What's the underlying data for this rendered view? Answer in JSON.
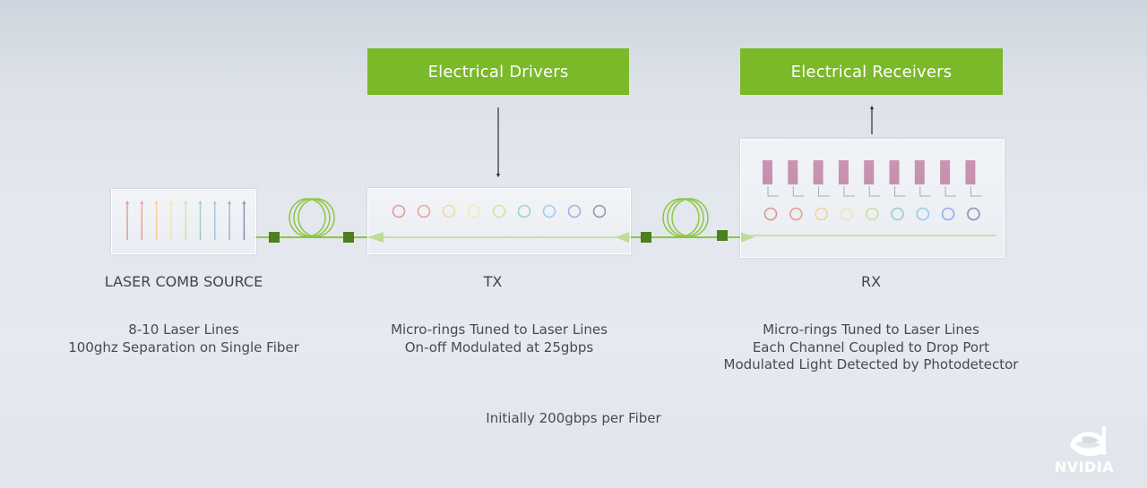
{
  "boxes": {
    "drivers": "Electrical Drivers",
    "receivers": "Electrical Receivers"
  },
  "labels": {
    "laser": "LASER COMB SOURCE",
    "tx": "TX",
    "rx": "RX"
  },
  "descriptions": {
    "laser": [
      "8-10 Laser Lines",
      "100ghz Separation on Single Fiber"
    ],
    "tx": [
      "Micro-rings Tuned to Laser Lines",
      "On-off Modulated at 25gbps"
    ],
    "rx": [
      "Micro-rings Tuned to Laser Lines",
      "Each Channel Coupled to Drop Port",
      "Modulated Light Detected by Photodetector"
    ]
  },
  "footnote": "Initially 200gbps per Fiber",
  "logo": {
    "icon": "nvidia-eye-icon",
    "wordmark": "NVIDIA"
  },
  "colors": {
    "accent_green": "#7ab929",
    "fiber_green": "#8cc63f",
    "connector_green": "#4d7f1e",
    "photodetector": "#8e1f5c",
    "laser_lines": [
      "#c0392b",
      "#e0452e",
      "#f2a22c",
      "#e5d84b",
      "#a6c94a",
      "#3aa86b",
      "#3a8fd9",
      "#2f6bd1",
      "#1d1d5b"
    ],
    "rings": [
      "#c0392b",
      "#e0452e",
      "#f2b33c",
      "#e8d96a",
      "#a6c94a",
      "#3aa8a0",
      "#3a9fe0",
      "#3a62d9",
      "#1d2e6b"
    ]
  }
}
